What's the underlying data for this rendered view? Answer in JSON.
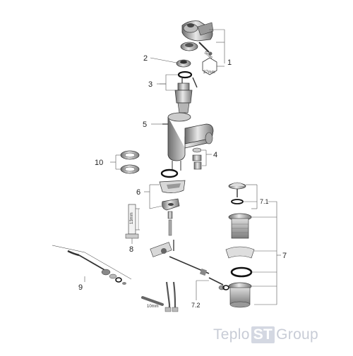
{
  "callouts": {
    "c1": "1",
    "c2": "2",
    "c3": "3",
    "c4": "4",
    "c5": "5",
    "c6": "6",
    "c7": "7",
    "c7_1": "7.1",
    "c7_2": "7.2",
    "c8": "8",
    "c9": "9",
    "c10": "10"
  },
  "small_labels": {
    "wrench": "27mm",
    "screw": "5mm",
    "gauge": "13mm",
    "tool": "10mm"
  },
  "watermark": {
    "part1": "Teplo",
    "part2": "ST",
    "part3": "Group"
  },
  "colors": {
    "line": "#333333",
    "part": "#8f8f8f",
    "part_light": "#d0d0d0",
    "oring": "#111111",
    "watermark": "#c8ccd6"
  }
}
